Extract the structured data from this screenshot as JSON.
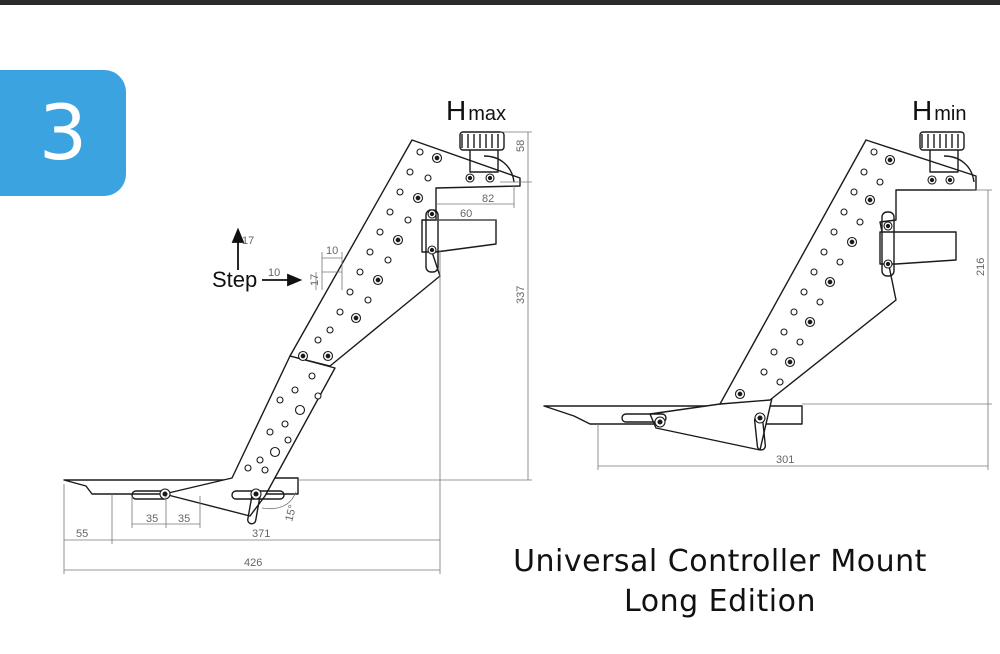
{
  "step_number": "3",
  "labels": {
    "hmax_main": "H",
    "hmax_sub": "max",
    "hmin_main": "H",
    "hmin_sub": "min",
    "step": "Step"
  },
  "dimensions": {
    "left": {
      "d58": "58",
      "d82": "82",
      "d60": "60",
      "d337": "337",
      "step_up": "17",
      "step_right": "10",
      "grid_10": "10",
      "grid_17": "17",
      "d35a": "35",
      "d35b": "35",
      "angle": "15°",
      "d55": "55",
      "d371": "371",
      "d426": "426"
    },
    "right": {
      "d216": "216",
      "d301": "301"
    }
  },
  "title": {
    "line1": "Universal Controller Mount",
    "line2": "Long Edition"
  },
  "colors": {
    "badge": "#3aa3e0",
    "top_bar": "#2b2b2b",
    "line": "#1a1a1a",
    "dimension": "#777777"
  }
}
